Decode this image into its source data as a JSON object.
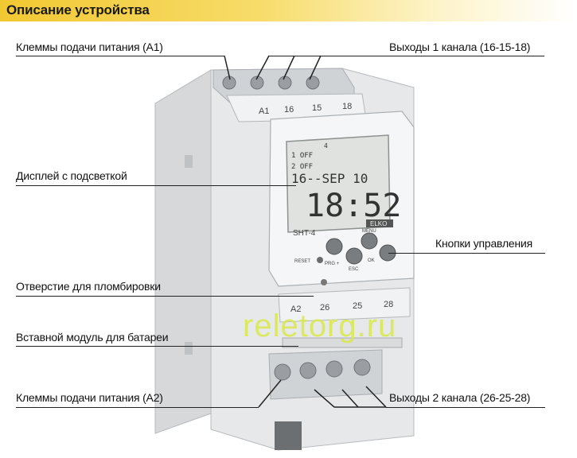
{
  "header": {
    "title": "Описание устройства"
  },
  "labels": {
    "power_a1": "Клеммы подачи питания (A1)",
    "outputs_ch1": "Выходы 1 канала (16-15-18)",
    "display": "Дисплей с подсветкой",
    "buttons": "Кнопки управления",
    "seal_hole": "Отверстие для пломбировки",
    "battery_module": "Вставной модуль для батареи",
    "power_a2": "Клеммы подачи питания (A2)",
    "outputs_ch2": "Выходы 2 канала (26-25-28)"
  },
  "device": {
    "top_terminals": [
      "A1",
      "16",
      "15",
      "18"
    ],
    "bottom_terminals": [
      "A2",
      "26",
      "25",
      "28"
    ],
    "lcd": {
      "ch1": "1 OFF",
      "ch2": "2 OFF",
      "date": "16--SEP 10",
      "time": "18:52",
      "week_marker": "4"
    },
    "model": "SHT-4",
    "brand": "ELKO",
    "buttons": [
      "PRG +",
      "MENU",
      "OK",
      "ESC"
    ],
    "reset_label": "RESET"
  },
  "watermark": "reletorg.ru",
  "colors": {
    "header": "#f2c832",
    "watermark": "#d8ea4a",
    "lines": "#222222"
  }
}
